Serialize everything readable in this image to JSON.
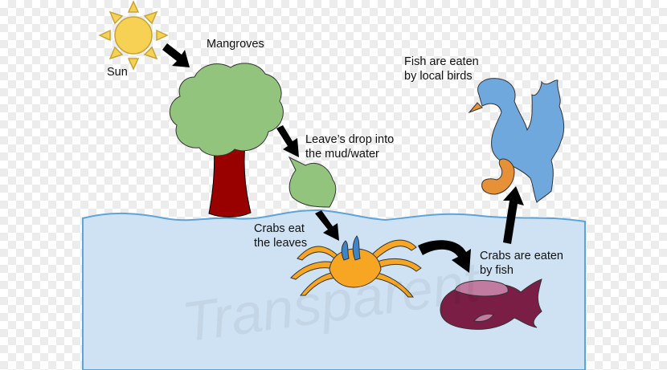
{
  "colors": {
    "water_fill": "#cfe2f3",
    "water_stroke": "#5fa4d8",
    "sun": "#f7d154",
    "sun_stroke": "#c5a53a",
    "tree_canopy": "#93c47d",
    "tree_trunk": "#990000",
    "leaf": "#93c47d",
    "crab": "#f6a623",
    "crab_claw": "#3d85c6",
    "fish_body": "#7a1e46",
    "fish_hump": "#c27ba0",
    "bird": "#6fa8dc",
    "bird_beak": "#e69138",
    "arrow": "#000000"
  },
  "labels": {
    "sun": "Sun",
    "mangroves": "Mangroves",
    "leaves_line1": "Leave’s drop into",
    "leaves_line2": "the mud/water",
    "crabs_line1": "Crabs eat",
    "crabs_line2": "the leaves",
    "fish_line1": "Crabs are eaten",
    "fish_line2": "by fish",
    "bird_line1": "Fish are eaten",
    "bird_line2": "by local birds"
  },
  "icons": [
    "sun-icon",
    "tree-icon",
    "leaf-icon",
    "crab-icon",
    "fish-icon",
    "bird-icon"
  ],
  "watermark": "Transparent"
}
